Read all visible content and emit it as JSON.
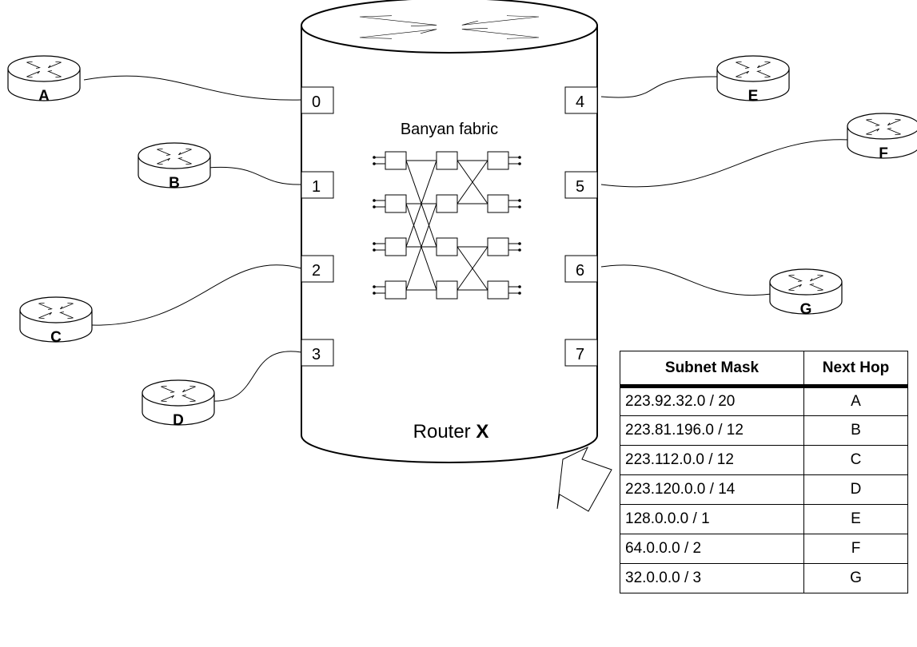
{
  "router": {
    "fabric_label": "Banyan fabric",
    "name_prefix": "Router ",
    "name_id": "X",
    "ports": [
      "0",
      "1",
      "2",
      "3",
      "4",
      "5",
      "6",
      "7"
    ]
  },
  "neighbors": [
    "A",
    "B",
    "C",
    "D",
    "E",
    "F",
    "G"
  ],
  "table": {
    "headers": [
      "Subnet Mask",
      "Next Hop"
    ],
    "rows": [
      [
        "223.92.32.0 / 20",
        "A"
      ],
      [
        "223.81.196.0 / 12",
        "B"
      ],
      [
        "223.112.0.0 / 12",
        "C"
      ],
      [
        "223.120.0.0 / 14",
        "D"
      ],
      [
        "128.0.0.0 / 1",
        "E"
      ],
      [
        "64.0.0.0 / 2",
        "F"
      ],
      [
        "32.0.0.0 / 3",
        "G"
      ]
    ]
  }
}
